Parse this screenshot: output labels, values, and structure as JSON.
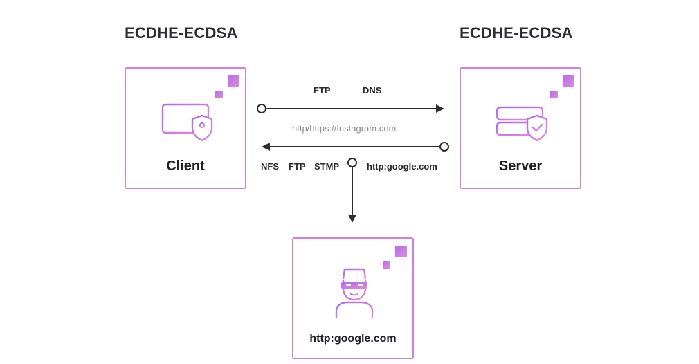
{
  "headings": {
    "left": "ECDHE-ECDSA",
    "right": "ECDHE-ECDSA"
  },
  "nodes": {
    "client": {
      "label": "Client",
      "icon": "monitor-shield-icon"
    },
    "server": {
      "label": "Server",
      "icon": "server-shield-icon"
    },
    "attacker": {
      "label": "http:google.com",
      "icon": "spy-hacker-icon"
    }
  },
  "top_arrow": {
    "protocols": [
      "FTP",
      "DNS"
    ]
  },
  "middle_text": "http/https://Instagram.com",
  "bottom_arrow": {
    "protocols": [
      "NFS",
      "FTP",
      "STMP"
    ],
    "url": "http:google.com"
  },
  "colors": {
    "accent_border": "#d27ee8",
    "accent_gradient_start": "#b56ee8",
    "accent_gradient_end": "#e08ae0",
    "arrow": "#2d2d33"
  }
}
